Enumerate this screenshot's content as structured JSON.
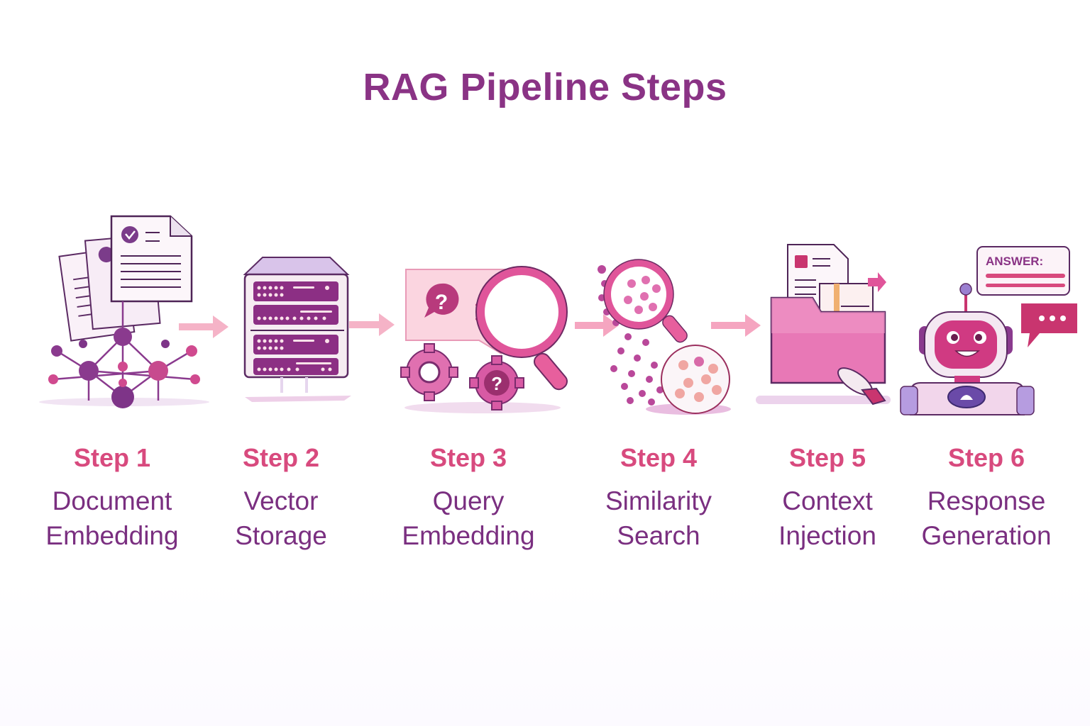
{
  "title": "RAG Pipeline Steps",
  "colors": {
    "title": "#8a3385",
    "step_number": "#d84a7e",
    "step_name": "#7a2f80",
    "arrow": "#f4a9c2",
    "accent_pink": "#e0559a",
    "accent_purple": "#8a3a8e"
  },
  "steps": [
    {
      "number": "Step 1",
      "name_line1": "Document",
      "name_line2": "Embedding",
      "icon": "documents-network-icon"
    },
    {
      "number": "Step 2",
      "name_line1": "Vector",
      "name_line2": "Storage",
      "icon": "server-rack-icon"
    },
    {
      "number": "Step 3",
      "name_line1": "Query",
      "name_line2": "Embedding",
      "icon": "query-magnifier-gears-icon"
    },
    {
      "number": "Step 4",
      "name_line1": "Similarity",
      "name_line2": "Search",
      "icon": "magnifier-dots-icon"
    },
    {
      "number": "Step 5",
      "name_line1": "Context",
      "name_line2": "Injection",
      "icon": "folder-documents-icon"
    },
    {
      "number": "Step 6",
      "name_line1": "Response",
      "name_line2": "Generation",
      "icon": "robot-answer-icon"
    }
  ],
  "answer_bubble": {
    "label": "ANSWER:"
  }
}
